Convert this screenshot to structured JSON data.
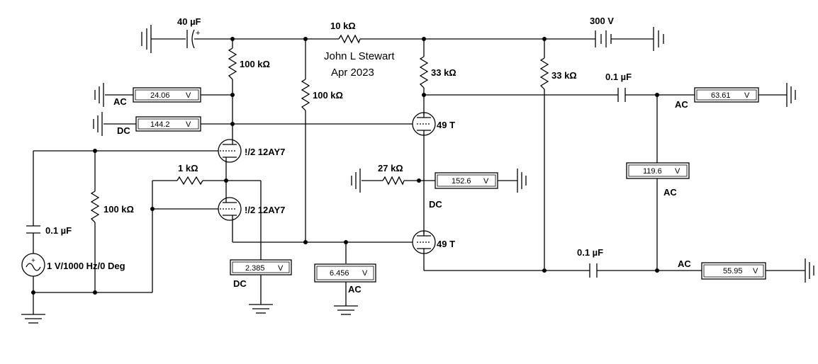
{
  "author": "John L Stewart",
  "date": "Apr 2023",
  "components": {
    "c_input": "40 µF",
    "r_top": "10 kΩ",
    "supply": "300 V",
    "r_plate1": "100 kΩ",
    "r_mid": "100 kΩ",
    "r_plate2": "33 kΩ",
    "r_plate3": "33 kΩ",
    "c_out1": "0.1 µF",
    "tube1": "49 T",
    "tube2": "49 T",
    "triode1": "!/2 12AY7",
    "triode2": "!/2 12AY7",
    "r_cathode": "1 kΩ",
    "r_27k": "27 kΩ",
    "r_grid": "100 kΩ",
    "c_in": "0.1 µF",
    "source": "1 V/1000 Hz/0 Deg",
    "c_out2": "0.1 µF"
  },
  "meters": [
    {
      "id": "m1",
      "value": "24.06",
      "unit": "V",
      "mode": "AC"
    },
    {
      "id": "m2",
      "value": "144.2",
      "unit": "V",
      "mode": "DC"
    },
    {
      "id": "m3",
      "value": "63.61",
      "unit": "V",
      "mode": "AC"
    },
    {
      "id": "m4",
      "value": "119.6",
      "unit": "V",
      "mode": "AC"
    },
    {
      "id": "m5",
      "value": "152.6",
      "unit": "V",
      "mode": "DC"
    },
    {
      "id": "m6",
      "value": "2.385",
      "unit": "V",
      "mode": "DC"
    },
    {
      "id": "m7",
      "value": "6.456",
      "unit": "V",
      "mode": "AC"
    },
    {
      "id": "m8",
      "value": "55.95",
      "unit": "V",
      "mode": "AC"
    }
  ]
}
